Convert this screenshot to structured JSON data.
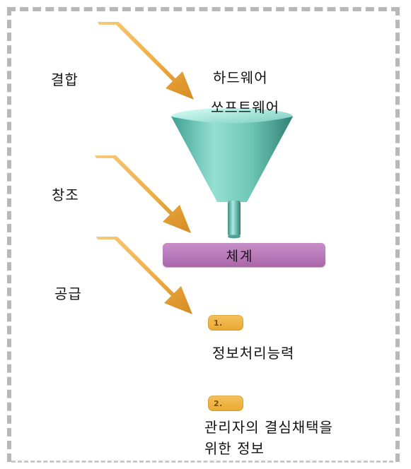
{
  "diagram": {
    "left_labels": [
      "결합",
      "창조",
      "공급"
    ],
    "funnel_labels": [
      "하드웨어",
      "쏘프트웨어"
    ],
    "system_label": "체계",
    "badges": [
      "1.",
      "2."
    ],
    "outputs": [
      "정보처리능력",
      "관리자의 결심채택을",
      "위한 정보"
    ],
    "colors": {
      "arrow": "#efae45",
      "funnel": "#77cfbf",
      "system_bar": "#be83bf",
      "badge": "#eeb640"
    }
  }
}
